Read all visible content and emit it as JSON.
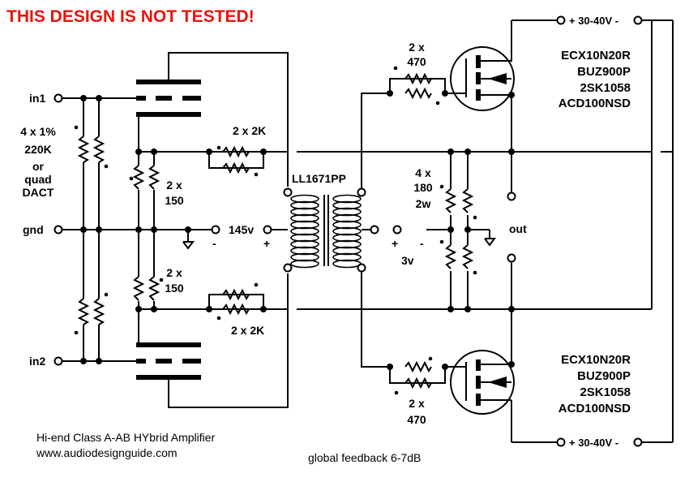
{
  "colors": {
    "warning": "#e8140c",
    "ink": "#000000",
    "background": "#ffffff"
  },
  "warning": "THIS DESIGN IS NOT TESTED!",
  "labels": {
    "in1": "in1",
    "in2": "in2",
    "gnd": "gnd",
    "out": "out",
    "res_input": [
      "4 x 1%",
      "220K",
      "or",
      "quad",
      "DACT"
    ],
    "res_150_top": [
      "2 x",
      "150"
    ],
    "res_150_bot": [
      "2 x",
      "150"
    ],
    "res_2k_top": "2 x 2K",
    "res_2k_bot": "2 x 2K",
    "transformer": "LL1671PP",
    "v145": "145v",
    "plus": "+",
    "minus": "-",
    "v3": "3v",
    "res_180": [
      "4 x",
      "180",
      "2w"
    ],
    "res_470_top": [
      "2 x",
      "470"
    ],
    "res_470_bot": [
      "2 x",
      "470"
    ],
    "mosfet_top": [
      "ECX10N20R",
      "BUZ900P",
      "2SK1058",
      "ACD100NSD"
    ],
    "mosfet_bot": [
      "ECX10N20R",
      "BUZ900P",
      "2SK1058",
      "ACD100NSD"
    ],
    "supply_top": "+ 30-40V -",
    "supply_bot": "+ 30-40V -",
    "footer_title": "Hi-end Class A-AB HYbrid Amplifier",
    "footer_url": "www.audiodesignguide.com",
    "feedback": "global feedback 6-7dB"
  }
}
